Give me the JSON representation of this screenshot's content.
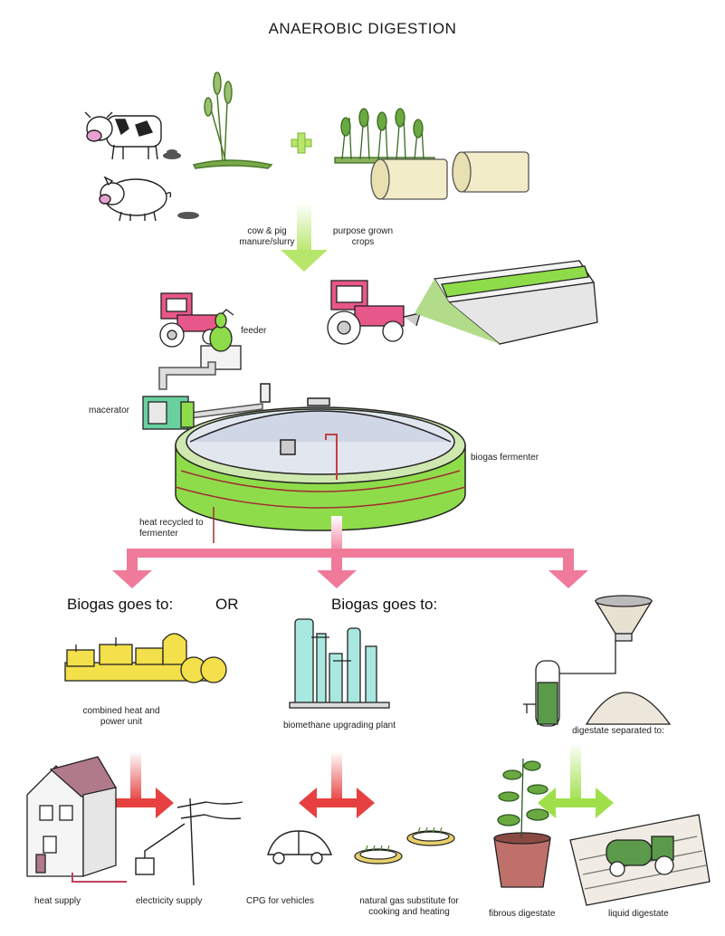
{
  "title": "ANAEROBIC DIGESTION",
  "labels": {
    "manure": "cow & pig manure/slurry",
    "crops": "purpose grown crops",
    "feeder": "feeder",
    "macerator": "macerator",
    "fermenter": "biogas fermenter",
    "heat_recycled": "heat recycled to fermenter",
    "biogas_left": "Biogas goes to:",
    "or": "OR",
    "biogas_mid": "Biogas goes to:",
    "chp": "combined heat and power unit",
    "biomethane": "biomethane upgrading plant",
    "digestate_sep": "digestate separated to:",
    "heat_supply": "heat supply",
    "electricity_supply": "electricity supply",
    "cpg": "CPG for vehicles",
    "natural_gas": "natural gas substitute for cooking and heating",
    "fibrous": "fibrous digestate",
    "liquid": "liquid digestate"
  },
  "colors": {
    "arrow_green": "#b8e66a",
    "arrow_pink": "#f07a9a",
    "arrow_red": "#e64040",
    "tank_green": "#8fdc4a",
    "tractor_pink": "#e8578a",
    "chp_yellow": "#f3e04a",
    "plant_cyan": "#a8e8e0"
  }
}
